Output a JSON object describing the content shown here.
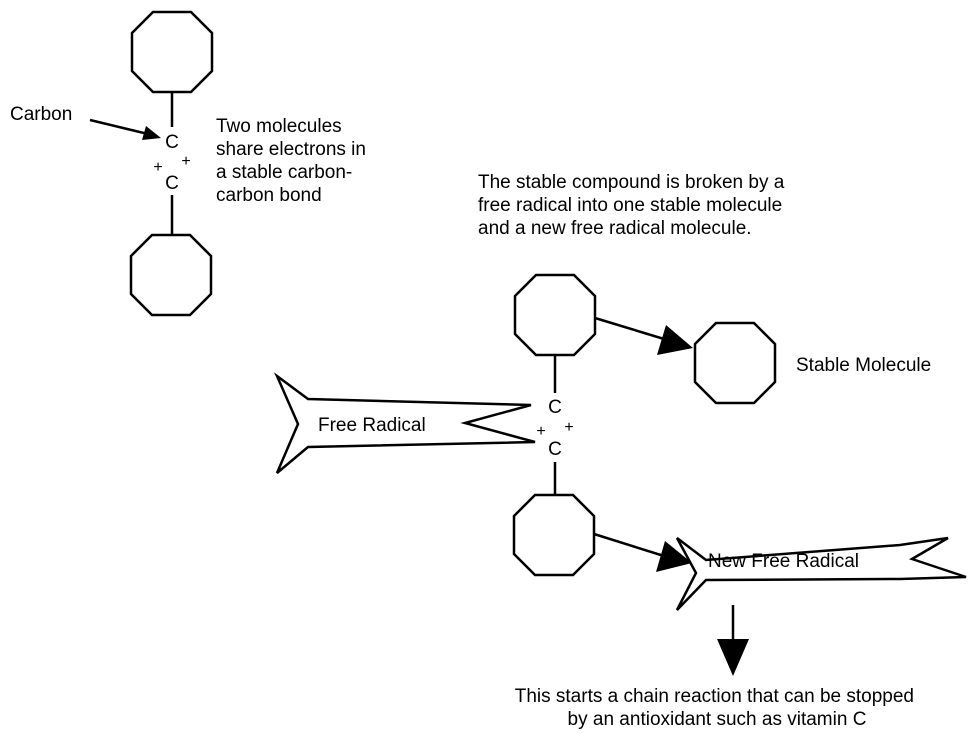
{
  "top": {
    "carbon_label": "Carbon",
    "atom_upper": "C",
    "atom_lower": "C",
    "plus_left": "+",
    "plus_right": "+",
    "description": [
      "Two molecules",
      "share electrons in",
      "a stable carbon-",
      "carbon bond"
    ]
  },
  "reaction": {
    "caption": [
      "The stable compound is broken by a",
      "free radical into one stable molecule",
      "and a new free radical molecule."
    ],
    "atom_upper": "C",
    "atom_lower": "C",
    "plus_left": "+",
    "plus_right": "+",
    "free_radical_label": "Free Radical",
    "stable_molecule_label": "Stable Molecule",
    "new_free_radical_label": "New Free Radical"
  },
  "footer": {
    "lines": [
      "This starts a chain reaction that can be stopped",
      "by an antioxidant such as vitamin C"
    ]
  }
}
